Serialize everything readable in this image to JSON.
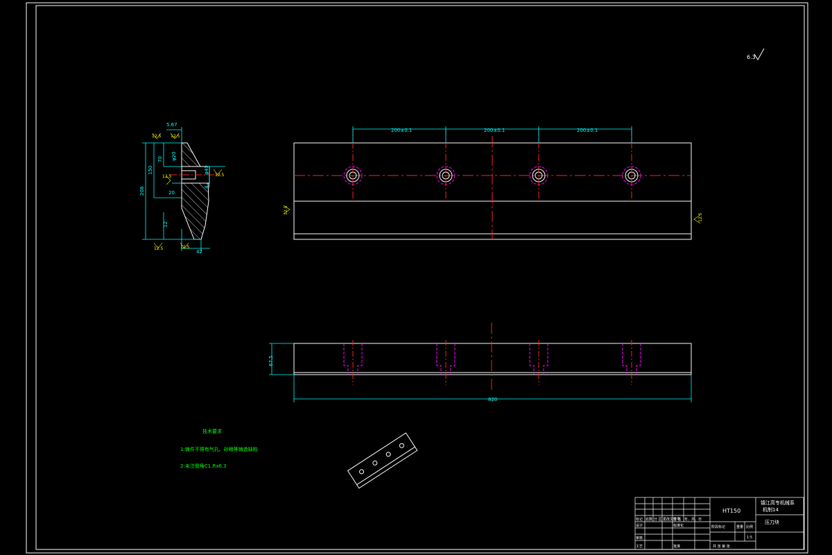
{
  "colors": {
    "background": "#000000",
    "outline": "#ffffff",
    "dimension": "#00ffff",
    "centerline": "#ff2020",
    "hidden": "#ff00ff",
    "note": "#00ff00",
    "symbol": "#ffff00"
  },
  "surface": {
    "general_mark": "6.3",
    "side_a": "12.5",
    "side_b": "12.5",
    "right_end": "12.5",
    "left_end": "12.5",
    "section_top": "12.5",
    "section_top2": "12.5",
    "section_bottom": "12.5",
    "section_bottom2": "12.5"
  },
  "section_view": {
    "dim_top": "5.67",
    "dim_height": "208",
    "dim_150": "150",
    "dim_70": "70",
    "dim_phi20": "φ20",
    "dim_phi40": "φ40",
    "dim_20": "20",
    "dim_4": "4",
    "dim_12": "12",
    "dim_42": "42"
  },
  "front_view": {
    "dim_1": "200±0.1",
    "dim_2": "200±0.1",
    "dim_3": "200±0.1"
  },
  "top_view": {
    "dim_height": "67.5",
    "dim_length": "820"
  },
  "notes": {
    "heading": "技术要求",
    "line1": "1:铸件不得有气孔、砂眼等铸造缺陷",
    "line2": "2:未注倒角C1,Ra6.3"
  },
  "title_block": {
    "material": "HT150",
    "school_line1": "镇江高专机械系",
    "school_line2": "机制14",
    "part_name": "压刀块",
    "scale": "1:5",
    "sheet_label": "共  张  第  张",
    "row_labels": [
      "标记",
      "处数",
      "分 区",
      "更改文件号",
      "签 名",
      "年、月、日"
    ],
    "left_labels": [
      "设计",
      "审核",
      "工艺"
    ],
    "mid_labels": [
      "标准化",
      "批准"
    ],
    "stage_labels": [
      "阶段标记",
      "重量",
      "比例"
    ]
  }
}
